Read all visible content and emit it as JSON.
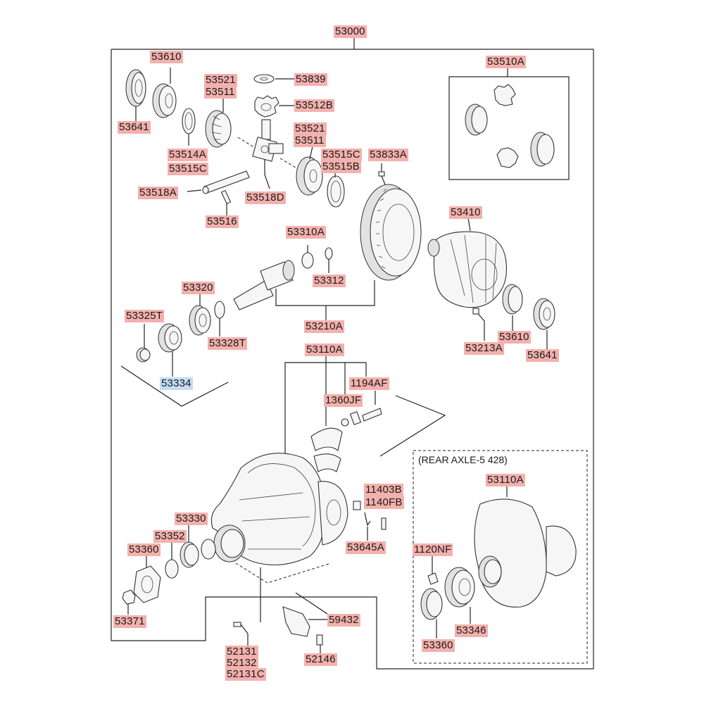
{
  "callouts": {
    "c53000": "53000",
    "c53610_top": "53610",
    "c53641_top": "53641",
    "c53521_a": "53521",
    "c53511_a": "53511",
    "c53839": "53839",
    "c53512b": "53512B",
    "c53521_b": "53521",
    "c53511_b": "53511",
    "c53514a": "53514A",
    "c53515c_a": "53515C",
    "c53515c_b": "53515C",
    "c53515b": "53515B",
    "c53833a": "53833A",
    "c53518a": "53518A",
    "c53518d": "53518D",
    "c53516": "53516",
    "c53510a": "53510A",
    "c53410": "53410",
    "c53310a": "53310A",
    "c53312": "53312",
    "c53320": "53320",
    "c53325t": "53325T",
    "c53328t": "53328T",
    "c53210a": "53210A",
    "c53610_bot": "53610",
    "c53641_bot": "53641",
    "c53213a": "53213A",
    "c53334": "53334",
    "c53110a_a": "53110A",
    "c1194af": "1194AF",
    "c1360jf": "1360JF",
    "c11403b": "11403B",
    "c1140fb": "1140FB",
    "c53645a": "53645A",
    "c53110a_b": "53110A",
    "c1120nf": "1120NF",
    "c53330": "53330",
    "c53352": "53352",
    "c53360_a": "53360",
    "c53371": "53371",
    "c59432": "59432",
    "c52131": "52131",
    "c52132": "52132",
    "c52131c": "52131C",
    "c52146": "52146",
    "c53346": "53346",
    "c53360_b": "53360"
  },
  "inset_rear_axle": {
    "caption": "(REAR AXLE-5 428)"
  },
  "colors": {
    "callout_bg": "#f3b1ad",
    "highlight_bg": "#c5dcf2",
    "line": "#222222"
  }
}
